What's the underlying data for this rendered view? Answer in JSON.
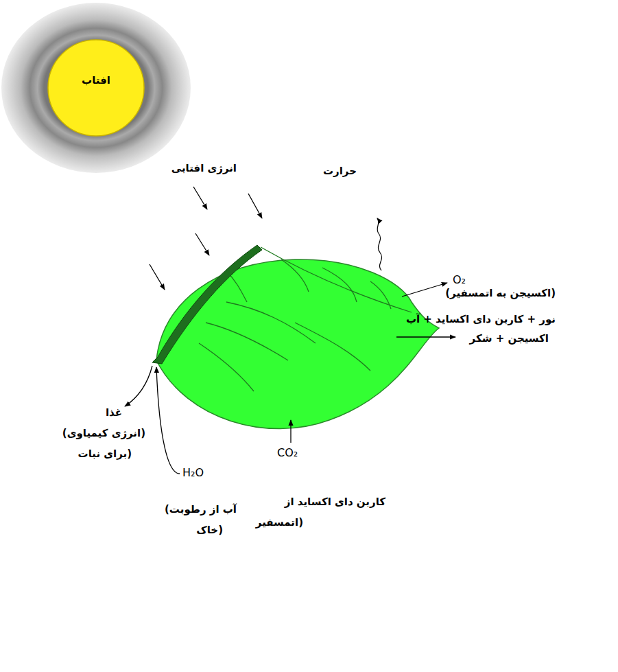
{
  "diagram": {
    "nodes": [
      {
        "text": [
          "افتاب"
        ]
      }
    ],
    "labels": [
      "انرژی افتابی",
      "حرارت",
      "O₂",
      "(اکسیجن به اتمسفیر)",
      "نور + کاربن دای اکساید + آب",
      "اکسیجن + شکر",
      "غذا",
      "(انرژی کیمیاوی)",
      "(برای نبات",
      "H₂O",
      "آب از رطوبت)",
      "(خاک",
      "CO₂",
      "کاربن دای اکساید از",
      "(اتمسفیر"
    ]
  }
}
